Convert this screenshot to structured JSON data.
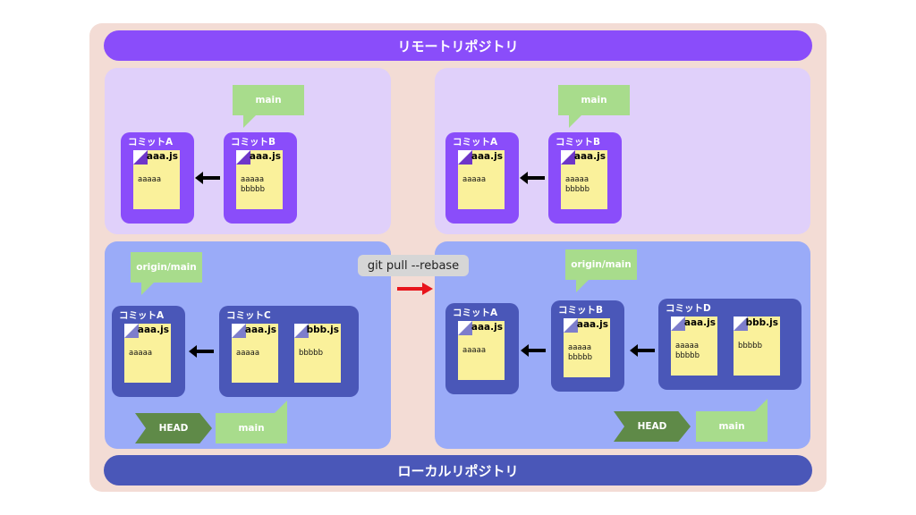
{
  "remote_repo_label": "リモートリポジトリ",
  "local_repo_label": "ローカルリポジトリ",
  "command": "git pull --rebase",
  "before": {
    "remote": {
      "branch_label": "main",
      "commits": [
        {
          "label": "コミットA",
          "file": {
            "name": "aaa.js",
            "content": "aaaaa"
          }
        },
        {
          "label": "コミットB",
          "file": {
            "name": "aaa.js",
            "content": "aaaaa\nbbbbb"
          }
        }
      ]
    },
    "local": {
      "tracking_label": "origin/main",
      "head_label": "HEAD",
      "branch_label": "main",
      "commits": [
        {
          "label": "コミットA",
          "files": [
            {
              "name": "aaa.js",
              "content": "aaaaa"
            }
          ]
        },
        {
          "label": "コミットC",
          "files": [
            {
              "name": "aaa.js",
              "content": "aaaaa"
            },
            {
              "name": "bbb.js",
              "content": "bbbbb"
            }
          ]
        }
      ]
    }
  },
  "after": {
    "remote": {
      "branch_label": "main",
      "commits": [
        {
          "label": "コミットA",
          "file": {
            "name": "aaa.js",
            "content": "aaaaa"
          }
        },
        {
          "label": "コミットB",
          "file": {
            "name": "aaa.js",
            "content": "aaaaa\nbbbbb"
          }
        }
      ]
    },
    "local": {
      "tracking_label": "origin/main",
      "head_label": "HEAD",
      "branch_label": "main",
      "commits": [
        {
          "label": "コミットA",
          "files": [
            {
              "name": "aaa.js",
              "content": "aaaaa"
            }
          ]
        },
        {
          "label": "コミットB",
          "files": [
            {
              "name": "aaa.js",
              "content": "aaaaa\nbbbbb"
            }
          ]
        },
        {
          "label": "コミットD",
          "files": [
            {
              "name": "aaa.js",
              "content": "aaaaa\nbbbbb"
            },
            {
              "name": "bbb.js",
              "content": "bbbbb"
            }
          ]
        }
      ]
    }
  },
  "colors": {
    "remote_accent": "#8a4dfa",
    "local_accent": "#4a57b8",
    "remote_panel": "#e0d0fa",
    "local_panel": "#9aabf8",
    "file": "#faf19b",
    "branch_tag": "#a8dc8c",
    "head_tag": "#5f8a48",
    "pull_arrow": "#e8141b"
  }
}
